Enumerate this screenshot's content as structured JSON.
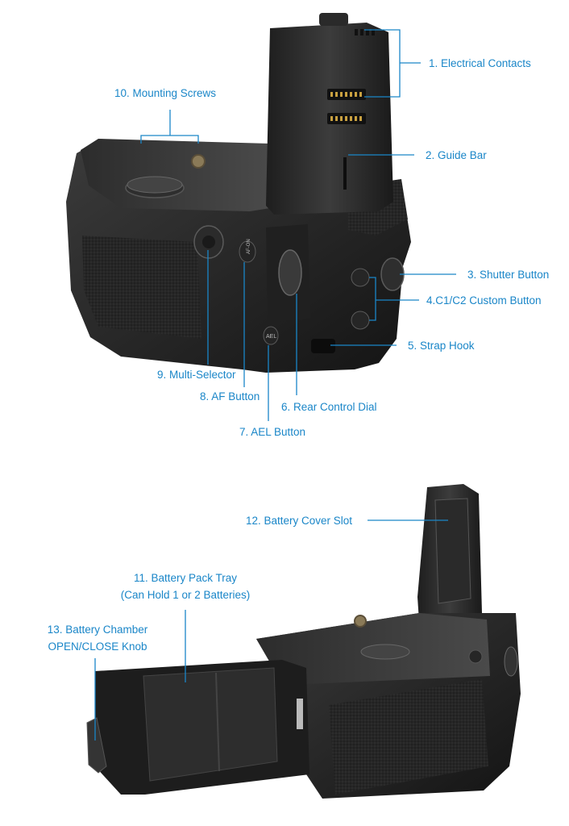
{
  "colors": {
    "label": "#1a86c8",
    "leader": "#1a86c8",
    "body": "#1c1c1c",
    "body_light": "#3a3a3a"
  },
  "callouts": {
    "electrical_contacts": "1. Electrical Contacts",
    "guide_bar": "2. Guide Bar",
    "shutter_button": "3. Shutter Button",
    "custom_button": "4.C1/C2 Custom Button",
    "strap_hook": "5. Strap Hook",
    "rear_control_dial": "6. Rear Control Dial",
    "ael_button": "7. AEL Button",
    "af_button": "8. AF Button",
    "multi_selector": "9. Multi-Selector",
    "mounting_screws": "10. Mounting Screws",
    "battery_pack_tray_line1": "11. Battery Pack Tray",
    "battery_pack_tray_line2": "(Can Hold 1 or 2 Batteries)",
    "battery_cover_slot": "12. Battery Cover Slot",
    "battery_chamber_knob_line1": "13. Battery Chamber",
    "battery_chamber_knob_line2": "OPEN/CLOSE Knob"
  },
  "product_marks": {
    "ael": "AEL",
    "af_on": "AF-ON"
  }
}
